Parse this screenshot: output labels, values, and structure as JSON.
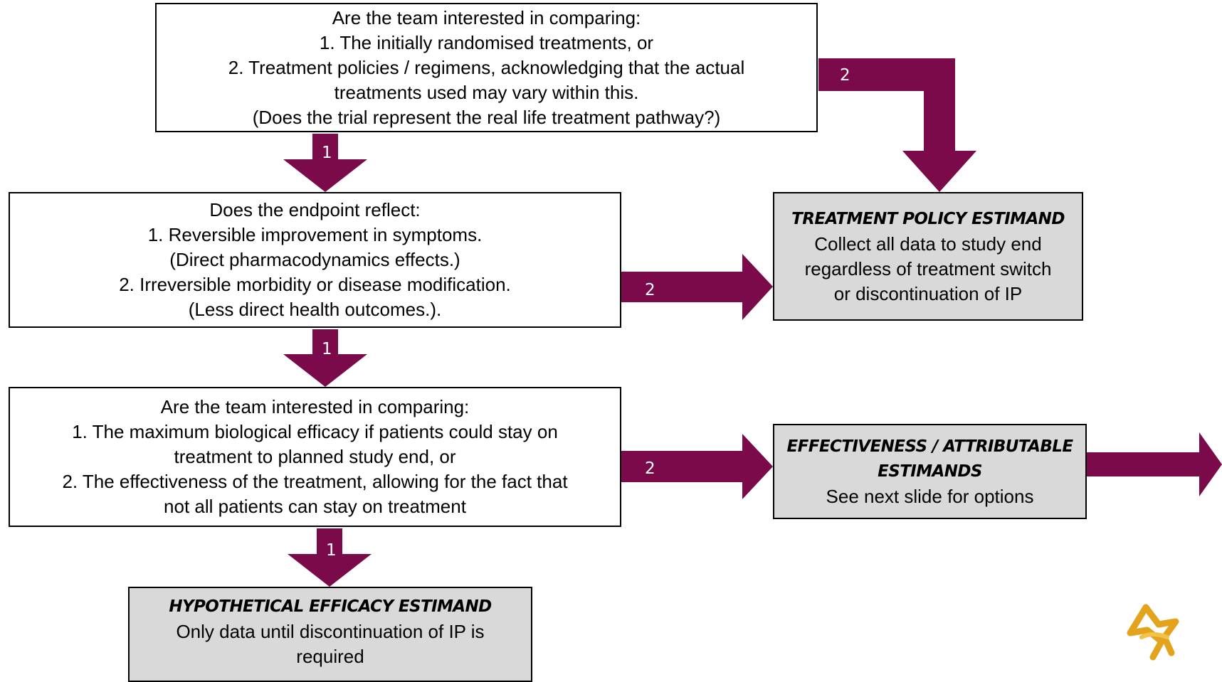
{
  "box1": {
    "lines": [
      "Are the team interested in comparing:",
      "1.   The initially randomised treatments, or",
      "2.   Treatment policies / regimens, acknowledging that the actual",
      "treatments used may vary within this.",
      "(Does the trial represent the real life treatment pathway?)"
    ]
  },
  "box2": {
    "lines": [
      "Does the endpoint reflect:",
      "1.   Reversible improvement in symptoms.",
      "(Direct pharmacodynamics effects.)",
      "2.     Irreversible morbidity or disease modification.",
      "(Less direct health outcomes.)."
    ]
  },
  "box3": {
    "lines": [
      "Are the team interested in comparing:",
      "1.   The maximum biological efficacy if patients could stay on",
      "treatment to planned study end, or",
      "2.   The effectiveness of the treatment, allowing for the fact that",
      "not all patients can stay on treatment"
    ]
  },
  "treatment_policy": {
    "heading": "TREATMENT POLICY ESTIMAND",
    "lines": [
      "Collect all data to study end",
      "regardless of treatment switch",
      "or discontinuation of IP"
    ]
  },
  "effectiveness": {
    "heading_lines": [
      "EFFECTIVENESS / ATTRIBUTABLE",
      "ESTIMANDS"
    ],
    "text": "See next slide for options"
  },
  "hypothetical": {
    "heading": "HYPOTHETICAL EFFICACY ESTIMAND",
    "lines": [
      "Only data until discontinuation of IP is",
      "required"
    ]
  },
  "arrow_labels": {
    "q1_option1": "1",
    "q1_option2": "2",
    "q2_option1": "1",
    "q2_option2": "2",
    "q3_option1": "1",
    "q3_option2": "2"
  },
  "colors": {
    "arrow": "#7b0a4b",
    "terminal_fill": "#d9d9d9",
    "logo_gold": "#e3a31c"
  },
  "logo": {
    "icon": "company-logo-icon"
  }
}
